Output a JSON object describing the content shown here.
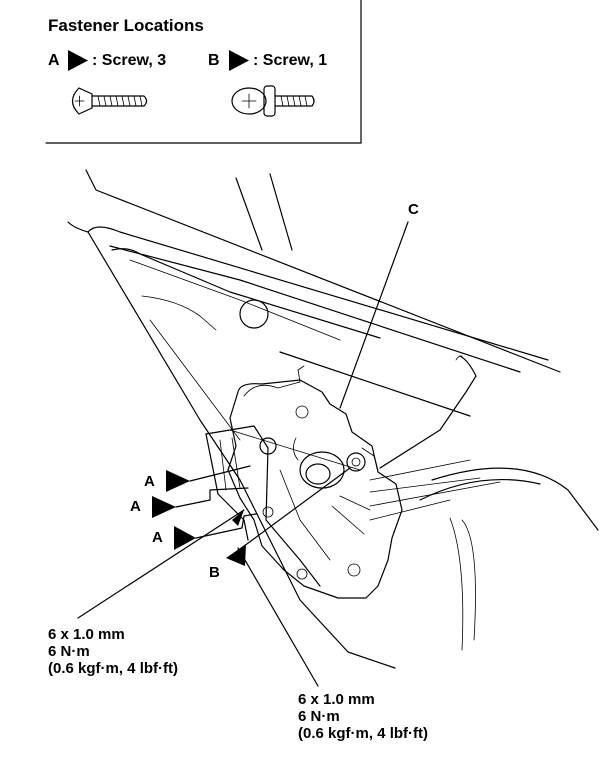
{
  "legend": {
    "title": "Fastener Locations",
    "item_a_letter": "A",
    "item_a_text": ": Screw, 3",
    "item_b_letter": "B",
    "item_b_text": ": Screw, 1"
  },
  "callouts": {
    "part_c": "C",
    "screw_a_1": "A",
    "screw_a_2": "A",
    "screw_a_3": "A",
    "screw_b": "B"
  },
  "specs": {
    "left": {
      "line1": "6 x 1.0 mm",
      "line2": "6 N·m",
      "line3": "(0.6 kgf·m, 4 lbf·ft)"
    },
    "right": {
      "line1": "6 x 1.0 mm",
      "line2": "6 N·m",
      "line3": "(0.6 kgf·m, 4 lbf·ft)"
    }
  },
  "colors": {
    "ink": "#000000",
    "paper": "#ffffff"
  }
}
